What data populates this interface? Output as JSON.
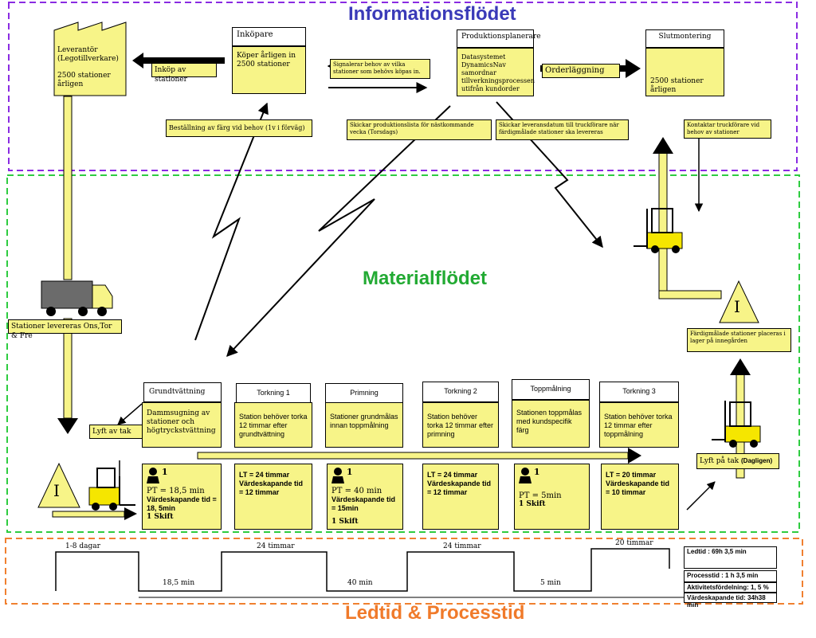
{
  "titles": {
    "information": "Informationsflödet",
    "material": "Materialflödet",
    "leadtime": "Ledtid & Processtid"
  },
  "colors": {
    "box_fill": "#f7f488",
    "info_zone": "#8a2be2",
    "material_zone": "#2ecc40",
    "leadtime_zone": "#f08030",
    "info_title": "#3a3ab8",
    "material_title": "#22aa33",
    "leadtime_title": "#f07a2a"
  },
  "info": {
    "supplier": {
      "line1": "Leverantör",
      "line2": "(Legotillverkare)",
      "line3": "2500 stationer årligen"
    },
    "purchaser": {
      "title": "Inköpare",
      "body": "Köper årligen in 2500 stationer"
    },
    "planner": {
      "title": "Produktionsplanerare",
      "body": "Datasystemet DynamicsNav samordnar tillverkningsprocessen utifrån kundorder"
    },
    "final_assembly": {
      "title": "Slutmontering",
      "body": "2500 stationer årligen"
    },
    "purchase_note": "Inköp av stationer",
    "signal_note": "Signalerar behov av vilka stationer som behövs köpas in.",
    "order_note": "Orderläggning",
    "color_order_note": "Beställning av färg vid behov (1v i förväg)",
    "prodlist_note": "Skickar produktionslista för nästkommande vecka (Torsdags)",
    "delivery_date_note": "Skickar leveransdatum till truckförare när färdigmålade stationer ska levereras",
    "contact_note": "Kontaktar truckförare vid behov av stationer"
  },
  "material": {
    "truck_label": "Stationer levereras Ons,Tor & Fre",
    "lift_off_label": "Lyft av tak",
    "lift_on_label": "Lyft på tak",
    "lift_on_freq": "(Dagligen)",
    "storage_note": "Färdigmålade stationer placeras i lager på innegården",
    "inventory_glyph": "I",
    "processes": [
      {
        "title": "Grundtvättning",
        "body": "Dammsugning av stationer och högtryckstvättning"
      },
      {
        "title": "Torkning 1",
        "body": "Station behöver torka 12 timmar efter grundtvättning"
      },
      {
        "title": "Primning",
        "body": "Stationer grundmålas innan toppmålning"
      },
      {
        "title": "Torkning 2",
        "body": "Station behöver torka 12 timmar efter primning"
      },
      {
        "title": "Toppmålning",
        "body": "Stationen toppmålas med kundspecifik färg"
      },
      {
        "title": "Torkning 3",
        "body": "Station behöver torka 12 timmar efter toppmålning"
      }
    ],
    "data_boxes": [
      {
        "operators": "1",
        "line1": "PT = 18,5 min",
        "line2": "Värdeskapande tid = 18, 5min",
        "line3": "1 Skift"
      },
      {
        "operators": "",
        "line1": "LT = 24 timmar",
        "line2": "Värdeskapande tid = 12 timmar",
        "line3": ""
      },
      {
        "operators": "1",
        "line1": "PT = 40 min",
        "line2": "Värdeskapande tid = 15min",
        "line3": "1 Skift"
      },
      {
        "operators": "",
        "line1": "LT = 24 timmar",
        "line2": "Värdeskapande tid = 12 timmar",
        "line3": ""
      },
      {
        "operators": "1",
        "line1": "PT = 5min",
        "line2": "1 Skift",
        "line3": ""
      },
      {
        "operators": "",
        "line1": "LT = 20 timmar",
        "line2": "Värdeskapande tid = 10 timmar",
        "line3": ""
      }
    ]
  },
  "timeline": {
    "wait_labels": [
      "1-8 dagar",
      "24 timmar",
      "24 timmar",
      "20 timmar"
    ],
    "process_labels": [
      "18,5 min",
      "40 min",
      "5 min"
    ],
    "summary": {
      "leadtime": "Ledtid : 69h 3,5 min",
      "processtime": "Processtid : 1 h 3,5 min",
      "activity": "Aktivitetsfördelning: 1, 5 %",
      "value_added": "Värdeskapande tid: 34h38 min"
    }
  }
}
